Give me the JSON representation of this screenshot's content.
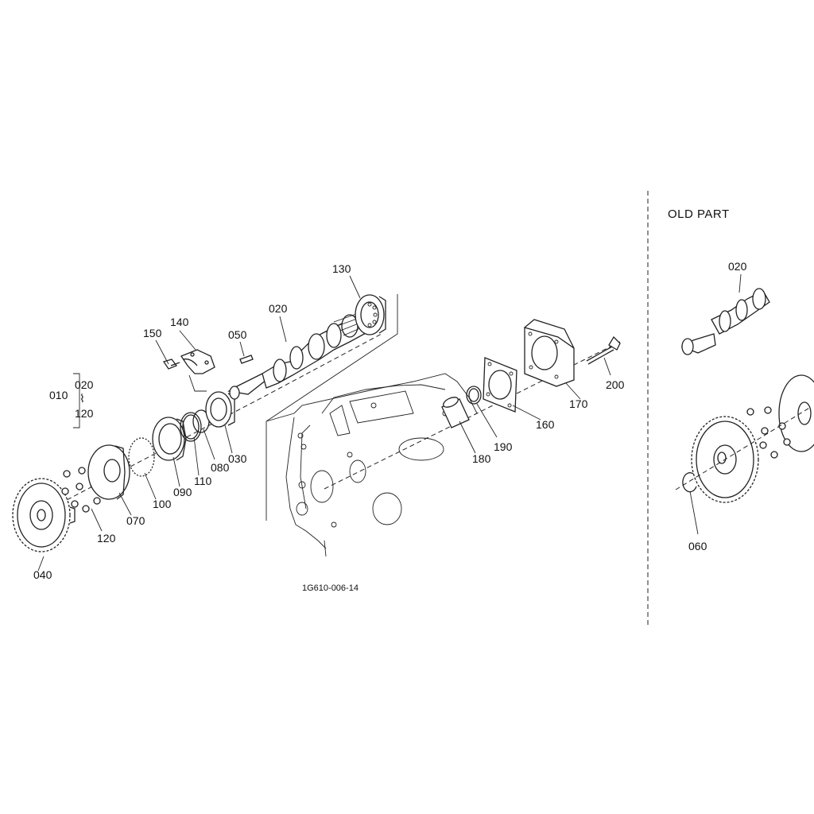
{
  "diagram": {
    "figure_code": "1G610-006-14",
    "old_part_title": "OLD PART",
    "assembly": {
      "id": "010",
      "range_start": "020",
      "range_symbol": "⌇",
      "range_end": "120"
    },
    "callouts": {
      "p020": "020",
      "p030": "030",
      "p040": "040",
      "p050": "050",
      "p070": "070",
      "p080": "080",
      "p090": "090",
      "p100": "100",
      "p110": "110",
      "p120": "120",
      "p130": "130",
      "p140": "140",
      "p150": "150",
      "p160": "160",
      "p170": "170",
      "p180": "180",
      "p190": "190",
      "p200": "200"
    },
    "old_part_callouts": {
      "p020": "020",
      "p060": "060"
    }
  }
}
